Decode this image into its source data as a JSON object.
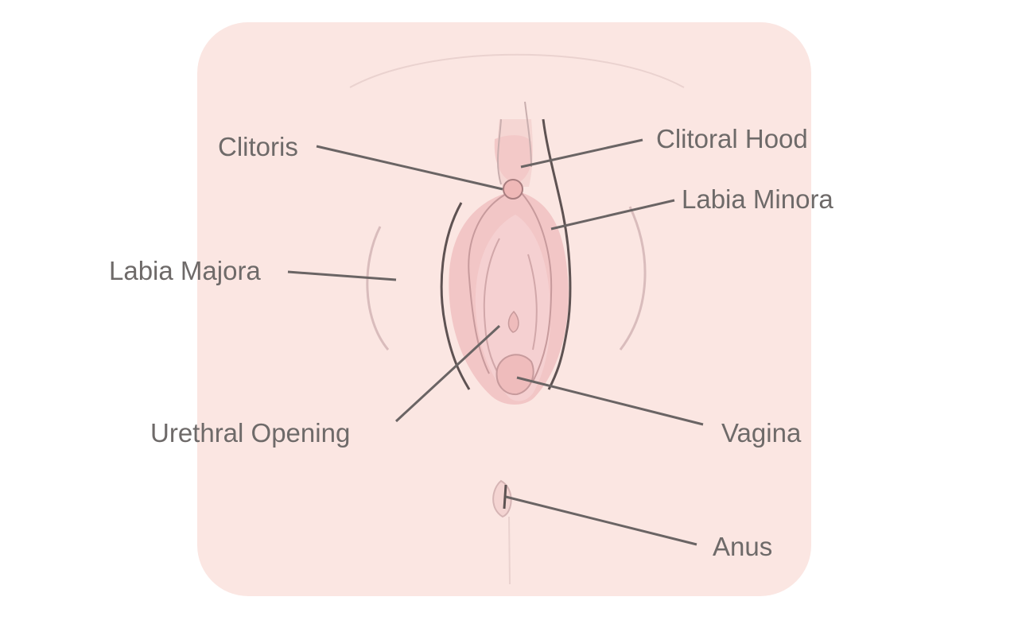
{
  "diagram": {
    "labels": {
      "clitoris": "Clitoris",
      "clitoral_hood": "Clitoral Hood",
      "labia_minora": "Labia Minora",
      "labia_majora": "Labia Majora",
      "urethral_opening": "Urethral Opening",
      "vagina": "Vagina",
      "anus": "Anus"
    },
    "colors": {
      "panel_bg": "#fbe6e2",
      "tissue_light": "#f6d2cf",
      "tissue_mid": "#efbcbc",
      "tissue_inner": "#f2c4c6",
      "outline_dark": "#5e5252",
      "outline_soft": "#c9aeae",
      "leader_line": "#6a6464",
      "label_text": "#6e6a69"
    }
  }
}
